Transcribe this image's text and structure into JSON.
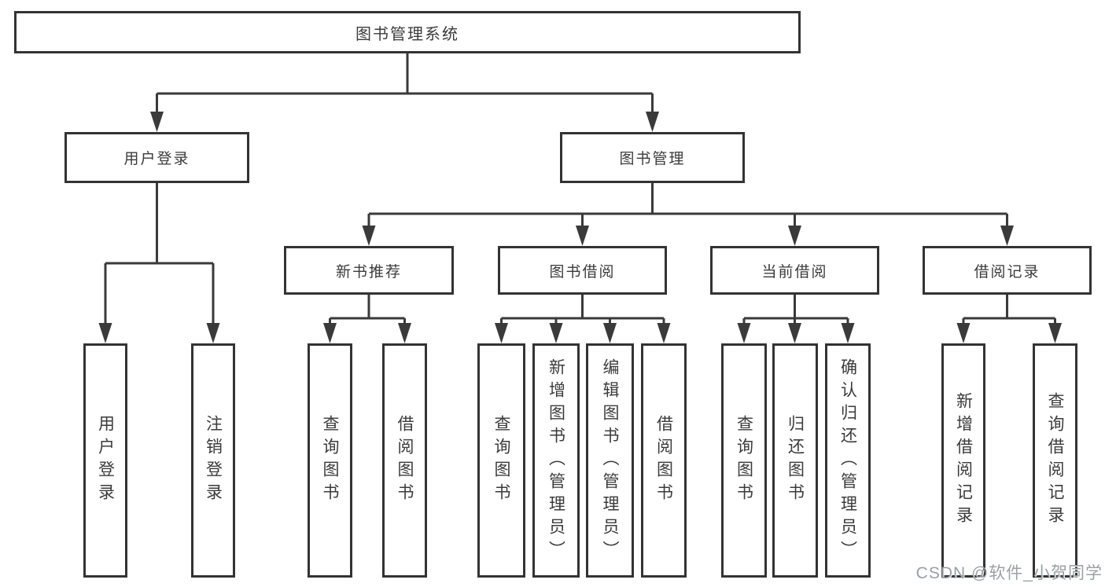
{
  "diagram": {
    "type": "hierarchy-tree",
    "colors": {
      "line": "#3a3a3a",
      "box_border": "#333333",
      "text": "#3b3b3b",
      "background": "#ffffff",
      "watermark": "#9aa0a4"
    }
  },
  "tree": {
    "label": "图书管理系统",
    "children": [
      {
        "label": "用户登录",
        "children": [
          {
            "label": "用户登录"
          },
          {
            "label": "注销登录"
          }
        ]
      },
      {
        "label": "图书管理",
        "children": [
          {
            "label": "新书推荐",
            "children": [
              {
                "label": "查询图书"
              },
              {
                "label": "借阅图书"
              }
            ]
          },
          {
            "label": "图书借阅",
            "children": [
              {
                "label": "查询图书"
              },
              {
                "label": "新增图书（管理员）"
              },
              {
                "label": "编辑图书（管理员）"
              },
              {
                "label": "借阅图书"
              }
            ]
          },
          {
            "label": "当前借阅",
            "children": [
              {
                "label": "查询图书"
              },
              {
                "label": "归还图书"
              },
              {
                "label": "确认归还（管理员）"
              }
            ]
          },
          {
            "label": "借阅记录",
            "children": [
              {
                "label": "新增借阅记录"
              },
              {
                "label": "查询借阅记录"
              }
            ]
          }
        ]
      }
    ]
  },
  "watermark": {
    "text": "CSDN @软件_小贺同学"
  }
}
